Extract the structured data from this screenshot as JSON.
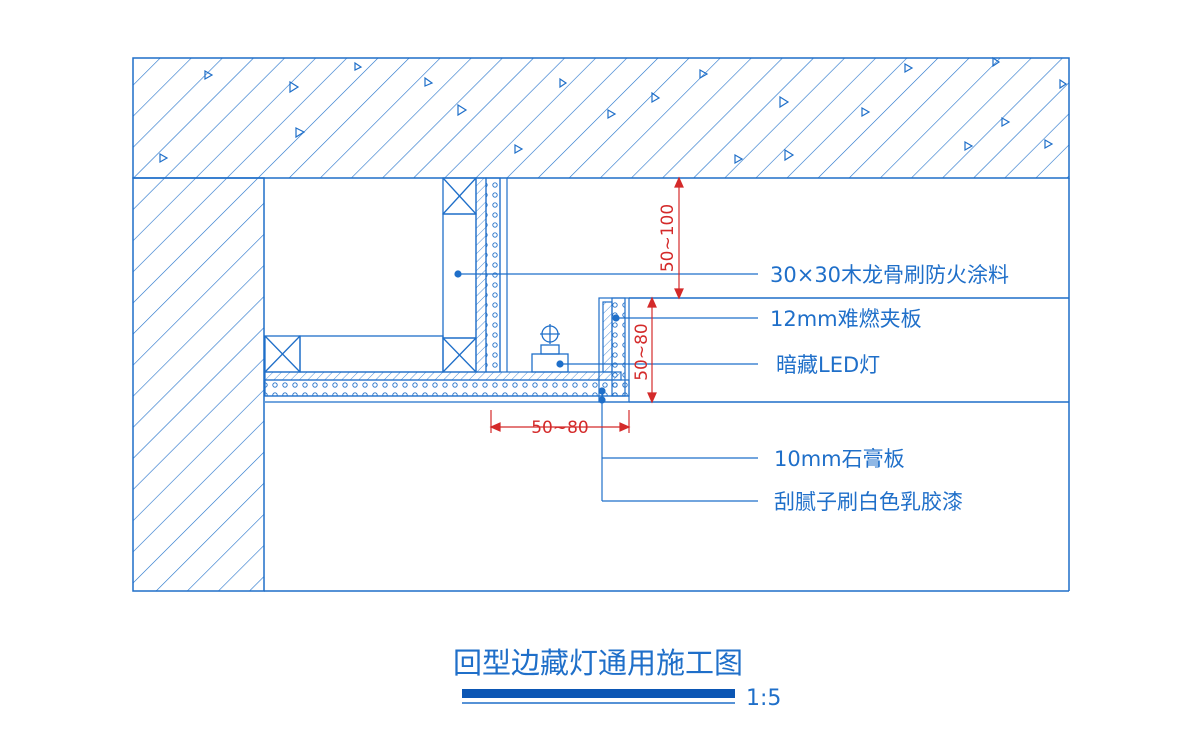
{
  "colors": {
    "line": "#1f6fc9",
    "dimension": "#d42a2a",
    "title_bar": "#0b56b4",
    "background": "#ffffff"
  },
  "labels": {
    "wood_keel": "30×30木龙骨刷防火涂料",
    "plywood": "12mm难燃夹板",
    "led": "暗藏LED灯",
    "gypsum": "10mm石膏板",
    "putty": "刮腻子刷白色乳胶漆"
  },
  "dimensions": {
    "top_gap": "50~100",
    "side_height": "50~80",
    "bottom_width": "50~80"
  },
  "title": {
    "text": "回型边藏灯通用施工图",
    "scale": "1:5"
  }
}
